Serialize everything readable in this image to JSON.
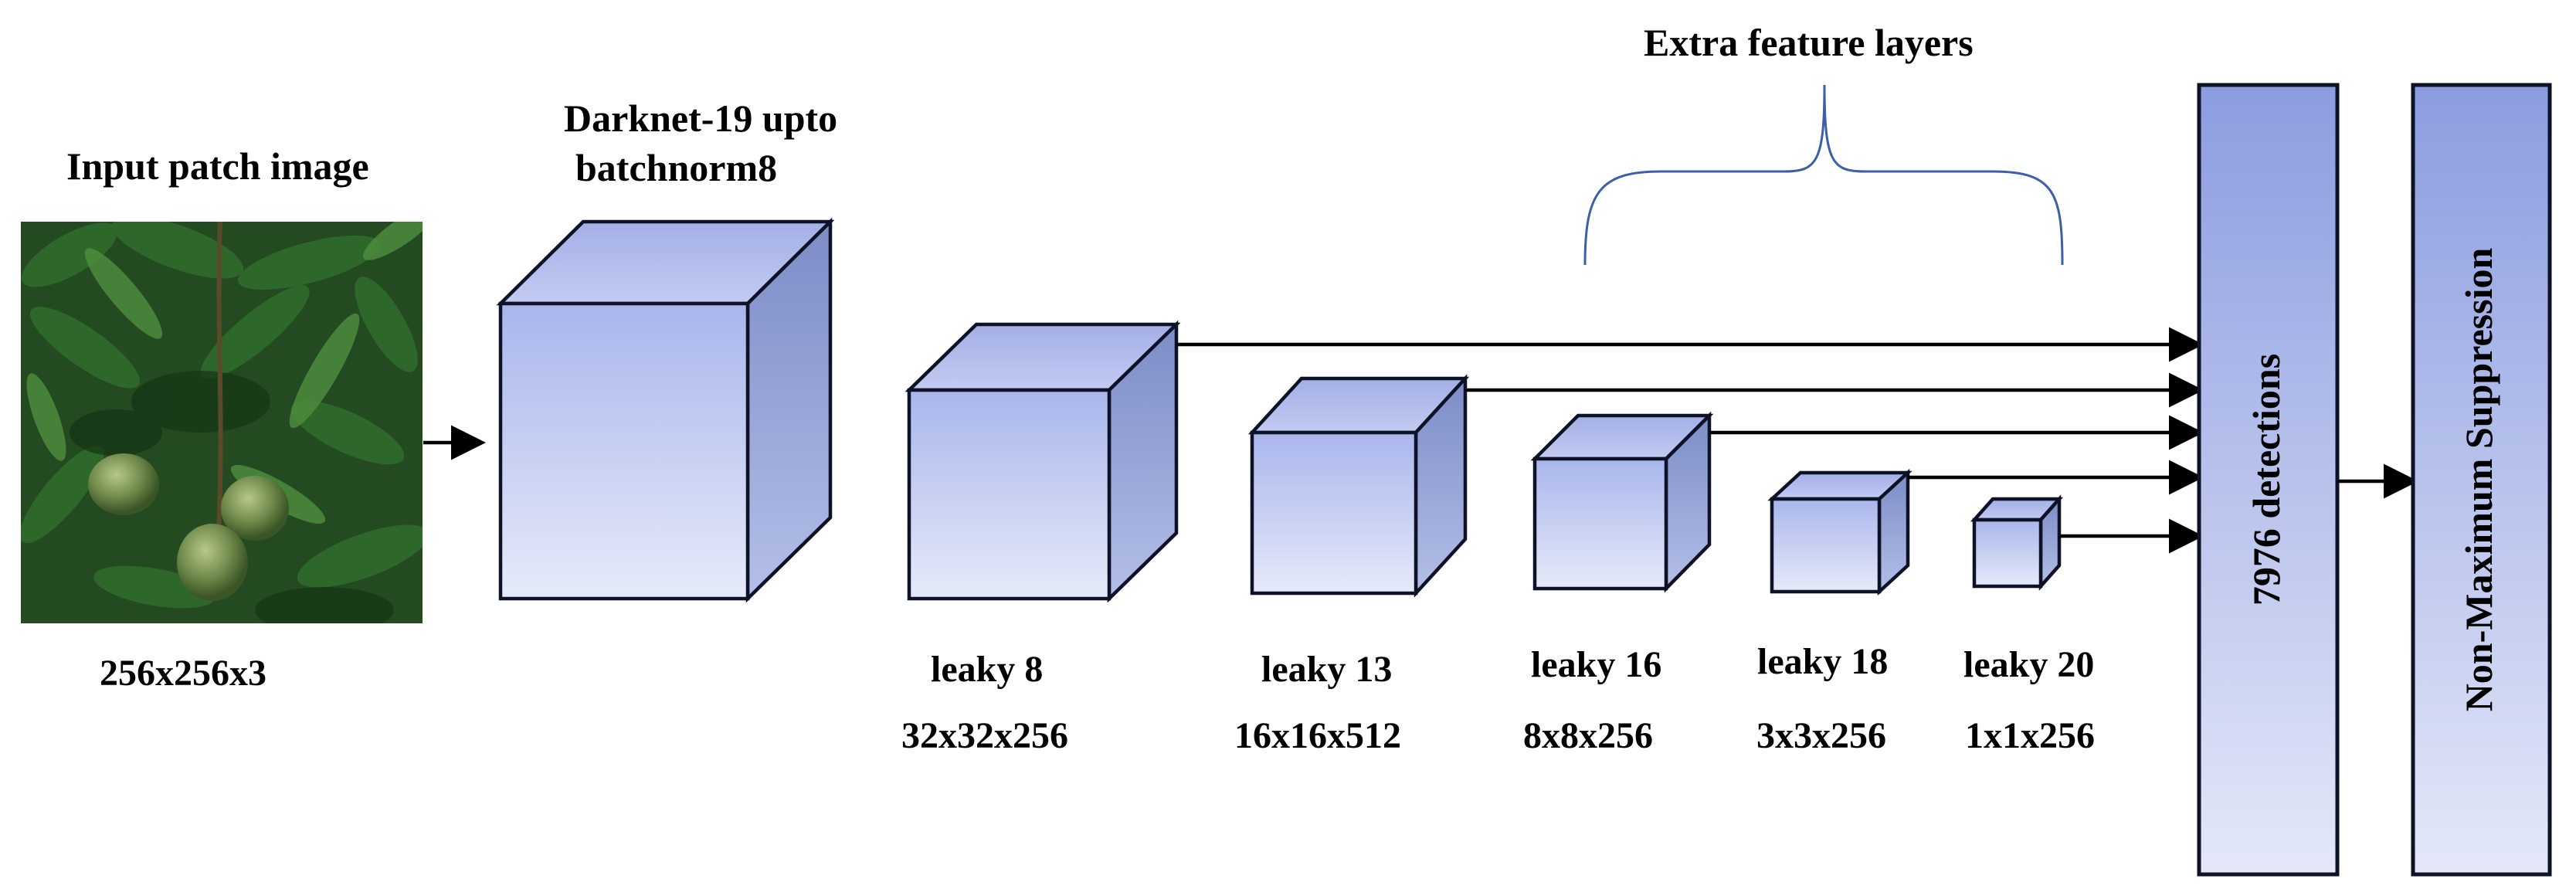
{
  "input": {
    "title": "Input patch image",
    "dims": "256x256x3"
  },
  "backbone": {
    "title_line1": "Darknet-19 upto",
    "title_line2": "batchnorm8"
  },
  "layers": [
    {
      "name": "leaky 8",
      "dims": "32x32x256"
    },
    {
      "name": "leaky 13",
      "dims": "16x16x512"
    },
    {
      "name": "leaky 16",
      "dims": "8x8x256"
    },
    {
      "name": "leaky 18",
      "dims": "3x3x256"
    },
    {
      "name": "leaky 20",
      "dims": "1x1x256"
    }
  ],
  "extra_layers_label": "Extra feature layers",
  "detections_label": "7976 detections",
  "nms_label": "Non-Maximum Suppression",
  "colors": {
    "box_front_top": "#a9b6ec",
    "box_front_bottom": "#e6eaf9",
    "box_side": "#8a99cf",
    "box_outline": "#0d1226",
    "brace": "#3b5fa8"
  }
}
